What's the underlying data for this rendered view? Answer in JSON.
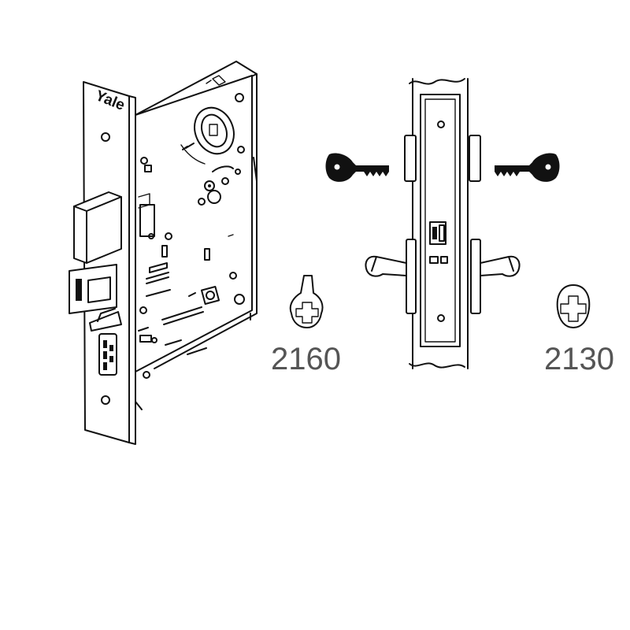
{
  "brand_text": "Yale",
  "cylinder_labels": [
    "2160",
    "2130"
  ],
  "colors": {
    "line": "#111111",
    "label": "#555555",
    "background": "#ffffff"
  },
  "icons": [
    "key-icon-left",
    "key-icon-right",
    "lever-handle-icon"
  ]
}
